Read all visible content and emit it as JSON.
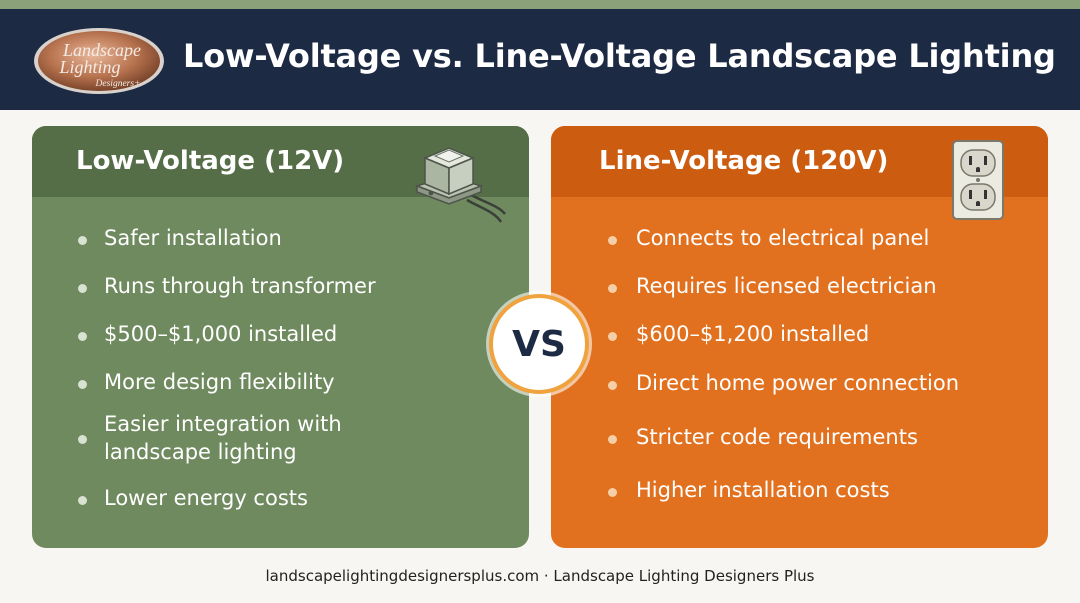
{
  "header": {
    "title": "Low-Voltage vs. Line-Voltage Landscape Lighting",
    "logo": {
      "line1": "Landscape",
      "line2": "Lighting",
      "line3": "Designers+"
    }
  },
  "panels": {
    "low": {
      "title": "Low-Voltage (12V)",
      "icon": "transformer-icon",
      "items": [
        "Safer installation",
        "Runs through transformer",
        "$500–$1,000 installed",
        "More design flexibility",
        "Easier integration with\nlandscape lighting",
        "Lower energy costs"
      ]
    },
    "line": {
      "title": "Line-Voltage (120V)",
      "icon": "wall-outlet-icon",
      "items": [
        "Connects to electrical panel",
        "Requires licensed electrician",
        "$600–$1,200 installed",
        "Direct home power connection",
        "Stricter code requirements",
        "Higher installation costs"
      ]
    }
  },
  "vs_label": "VS",
  "footer": "landscapelightingdesignersplus.com · Landscape Lighting Designers Plus",
  "colors": {
    "header_bg": "#1d2a44",
    "low_panel": "#6f8a5f",
    "low_panel_head": "#556e48",
    "line_panel": "#e2711f",
    "line_panel_head": "#cc5d10",
    "vs_ring": "#f0a23c"
  }
}
